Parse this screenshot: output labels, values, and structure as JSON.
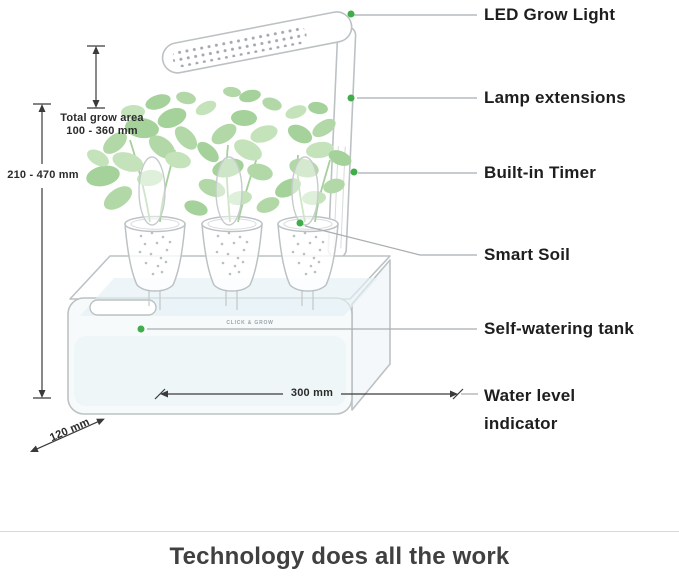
{
  "callouts": [
    {
      "label": "LED Grow Light"
    },
    {
      "label": "Lamp extensions"
    },
    {
      "label": "Built-in Timer"
    },
    {
      "label": "Smart Soil"
    },
    {
      "label": "Self-watering tank"
    },
    {
      "label": "Water level indicator"
    }
  ],
  "dimensions": {
    "grow_area_title": "Total grow area",
    "grow_area_value": "100 - 360 mm",
    "height_range": "210 - 470 mm",
    "width": "300 mm",
    "depth": "120 mm"
  },
  "device": {
    "brand": "CLICK & GROW"
  },
  "footer": {
    "caption": "Technology does all the work"
  },
  "colors": {
    "accent_green": "#3fae4a",
    "plant_green": "#b2d8a8",
    "line_gray": "#bcc2c4",
    "callout_line_gray": "#a9aeb0"
  }
}
